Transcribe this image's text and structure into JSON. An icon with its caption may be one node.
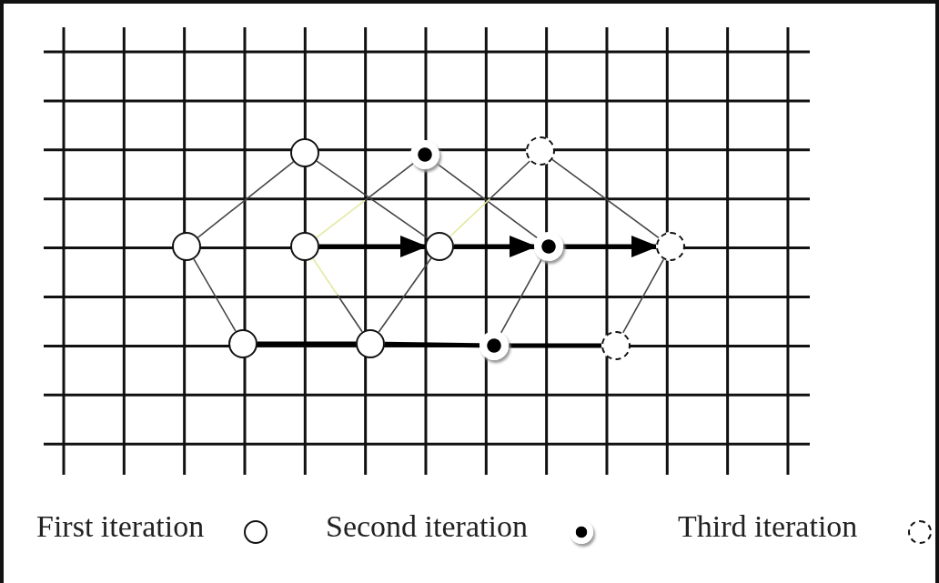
{
  "diagram": {
    "nodes": [
      {
        "text": [],
        "shape": "circle"
      },
      {
        "text": [],
        "shape": "circle"
      },
      {
        "text": [],
        "shape": "circle"
      },
      {
        "text": [],
        "shape": "circle"
      },
      {
        "text": [],
        "shape": "circle"
      },
      {
        "text": [],
        "shape": "circle"
      },
      {
        "text": [],
        "shape": "circle"
      },
      {
        "text": [],
        "shape": "circle"
      },
      {
        "text": [],
        "shape": "circle"
      },
      {
        "text": [],
        "shape": "circle"
      },
      {
        "text": [],
        "shape": "circle"
      },
      {
        "text": [],
        "shape": "circle"
      }
    ],
    "edges": [
      {
        "from": 2,
        "to": 0,
        "arrow": "none"
      },
      {
        "from": 2,
        "to": 4,
        "arrow": "none"
      },
      {
        "from": 0,
        "to": 3,
        "arrow": "none"
      },
      {
        "from": 1,
        "to": 3,
        "arrow": "to",
        "style": "thick"
      },
      {
        "from": 1,
        "to": 6,
        "arrow": "none",
        "color": "#e4e8a0"
      },
      {
        "from": 1,
        "to": 5,
        "arrow": "none",
        "color": "#e4e8a0"
      },
      {
        "from": 4,
        "to": 5,
        "arrow": "none",
        "style": "thick"
      },
      {
        "from": 5,
        "to": 3,
        "arrow": "none"
      },
      {
        "from": 6,
        "to": 7,
        "arrow": "none"
      },
      {
        "from": 3,
        "to": 7,
        "arrow": "to",
        "style": "thick"
      },
      {
        "from": 3,
        "to": 9,
        "arrow": "none",
        "color": "#e4e8a0"
      },
      {
        "from": 5,
        "to": 8,
        "arrow": "none",
        "style": "thick"
      },
      {
        "from": 8,
        "to": 7,
        "arrow": "none"
      },
      {
        "from": 9,
        "to": 10,
        "arrow": "none"
      },
      {
        "from": 7,
        "to": 10,
        "arrow": "to",
        "style": "thick"
      },
      {
        "from": 8,
        "to": 11,
        "arrow": "none",
        "style": "thick"
      },
      {
        "from": 11,
        "to": 10,
        "arrow": "none"
      }
    ],
    "legend": [
      {
        "text": "First iteration"
      },
      {
        "text": "Second iteration"
      },
      {
        "text": "Third iteration"
      }
    ]
  }
}
